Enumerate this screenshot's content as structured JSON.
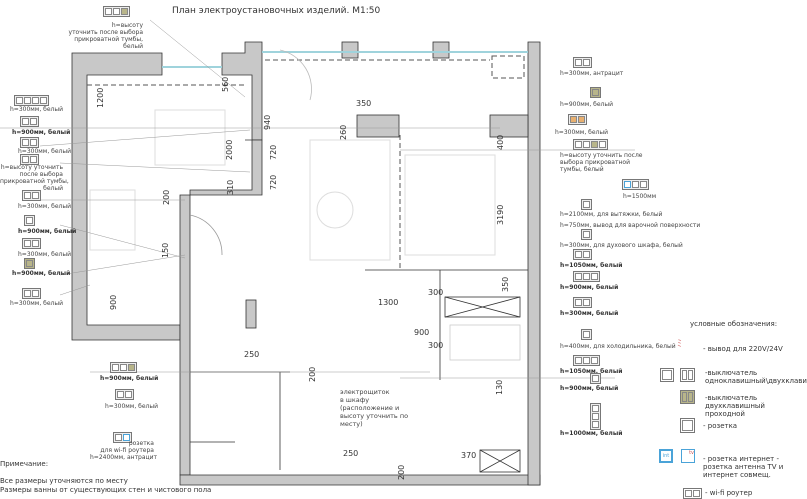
{
  "title": "План электроустановочных изделий. М1:50",
  "top_label": [
    "h=высоту",
    "уточнить после выбора",
    "прикроватной тумбы,",
    "белый"
  ],
  "left_labels": [
    "h=300мм, белый",
    "h=900мм, белый",
    "h=300мм, белый",
    [
      "h=высоту уточнить",
      "после выбора",
      "прикроватной тумбы,",
      "белый"
    ],
    "h=300мм, белый",
    "h=900мм, белый",
    "h=300мм, белый",
    "h=900мм, белый",
    "h=300мм, белый"
  ],
  "lower_labels": [
    "h=900мм, белый",
    "h=300мм, белый",
    [
      "розетка",
      "для wi-fi роутера",
      "h=2400мм, антрацит"
    ]
  ],
  "panel_label": [
    "электрощиток",
    "в шкафу",
    "(расположение и",
    "высоту уточнить по",
    "месту)"
  ],
  "right_labels": [
    "h=300мм, антрацит",
    "h=900мм, белый",
    "h=300мм, белый",
    [
      "h=высоту уточнить после",
      "выбора прикроватной",
      "тумбы, белый"
    ],
    "h=1500мм",
    "h=2100мм,  для вытяжки, белый",
    "h=750мм, вывод для варочной поверхности",
    "h=300мм,  для духового шкафа, белый",
    "h=1050мм, белый",
    "h=900мм, белый",
    "h=300мм, белый",
    "h=400мм, для холодильника, белый",
    "h=1050мм, белый",
    "h=900мм, белый",
    "h=1000мм, белый"
  ],
  "dimensions": [
    "1200",
    "2000",
    "560",
    "940",
    "720",
    "720",
    "310",
    "200",
    "350",
    "260",
    "400",
    "3190",
    "150",
    "900",
    "250",
    "200",
    "1300",
    "300",
    "900",
    "300",
    "350",
    "130",
    "250",
    "370",
    "200"
  ],
  "legend": {
    "title": "условные обозначения:",
    "items": [
      "- вывод для 220V/24V",
      "-выключатель одноклавишный\\двухклавишный",
      "-выключатель двухклавишный проходной",
      "-  розетка",
      "- розетка интернет - розетка антенна TV и интернет совмещ.",
      "- wi-fi роутер"
    ],
    "int_label": "int",
    "tv_label": "tv"
  },
  "notes": {
    "heading": "Примечание:",
    "lines": [
      "Все размеры уточняются по месту",
      "Размеры ванны от существующих  стен и чистового пола"
    ]
  },
  "colors": {
    "wall": "#c8c8c8",
    "window": "#9fd3dc",
    "switch_pass": "#b8b58a",
    "outlet_orange": "#e8b070"
  }
}
